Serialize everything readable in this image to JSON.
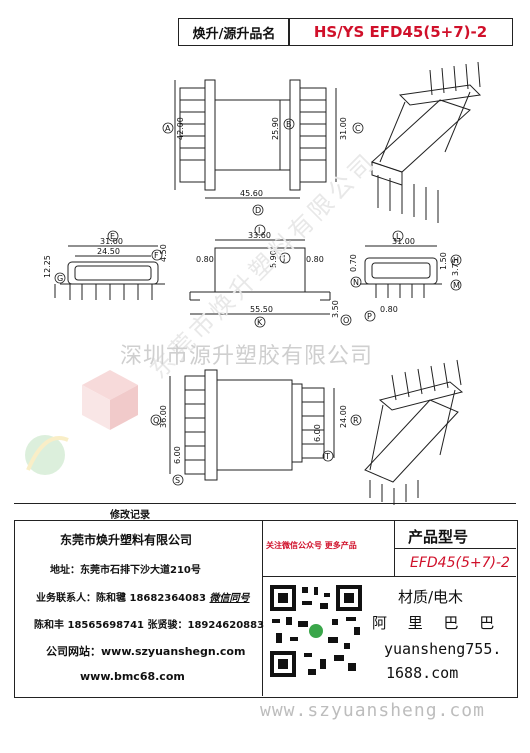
{
  "header": {
    "label": "焕升/源升品名",
    "product_name": "HS/YS EFD45(5+7)-2"
  },
  "watermark": {
    "text": "深圳市源升塑胶有限公司",
    "diagonal_text": "东莞市焕升塑料有限公司"
  },
  "dimensions": {
    "a": "42.00",
    "a_tag": "A",
    "b": "25.90",
    "b_tag": "B",
    "c": "31.00",
    "c_tag": "C",
    "d": "45.60",
    "d_tag": "D",
    "e1": "31.00",
    "e2": "24.50",
    "e_tag": "E",
    "f": "4.50",
    "f_tag": "F",
    "g": "12.25",
    "g_tag": "G",
    "h": "1.50",
    "h_tag": "H",
    "i": "33.60",
    "i_tag": "I",
    "j": "5.90",
    "j_tag": "J",
    "k": "55.50",
    "k_tag": "K",
    "l": "31.00",
    "l_tag": "L",
    "m": "3.75",
    "m_tag": "M",
    "n": "0.70",
    "n_tag": "N",
    "o": "3.50",
    "o_tag": "O",
    "p": "0.80",
    "p_tag": "P",
    "gap_left": "0.80",
    "gap_right": "0.80",
    "q": "36.00",
    "q_tag": "Q",
    "r": "24.00",
    "r_tag": "R",
    "s": "6.00",
    "s_tag": "S",
    "t": "6.00",
    "t_tag": "T"
  },
  "footer": {
    "revision_title": "修改记录",
    "company": "东莞市焕升塑料有限公司",
    "address": "地址：东莞市石排下沙大道210号",
    "contact1_prefix": "业务联系人：陈和毽 18682364083 ",
    "contact1_suffix": "微信同号",
    "contact2": "陈和丰 18565698741 张贤骏：18924620883",
    "website": "公司网站：www.szyuanshegn.com",
    "site2": "www.bmc68.com",
    "wechat_notice": "关注微信公众号 更多产品",
    "model_title": "产品型号",
    "model_value": "EFD45(5+7)-2",
    "material_title": "材质/电木",
    "shop": "阿 里 巴 巴",
    "shop_url1": "yuansheng755.",
    "shop_url2": "1688.com",
    "bottom_url": "www.szyuansheng.com"
  },
  "colors": {
    "accent_red": "#d0102a",
    "line": "#222222",
    "watermark": "#cfcfcf"
  }
}
